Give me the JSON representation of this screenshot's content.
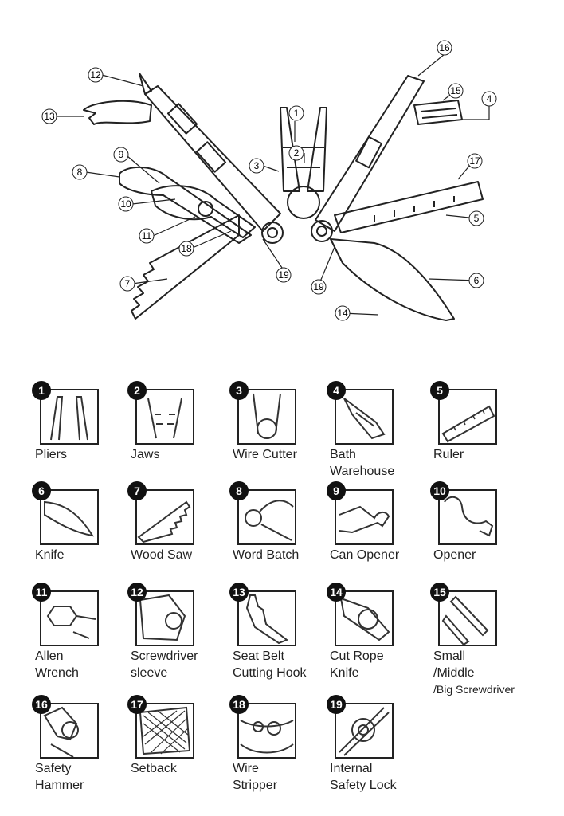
{
  "diagram": {
    "callouts": [
      "1",
      "2",
      "3",
      "4",
      "5",
      "6",
      "7",
      "8",
      "9",
      "10",
      "11",
      "12",
      "13",
      "14",
      "15",
      "16",
      "17",
      "18",
      "19",
      "19"
    ]
  },
  "tools": [
    {
      "number": "1",
      "lines": [
        "Pliers"
      ],
      "icon": "pliers-icon"
    },
    {
      "number": "2",
      "lines": [
        "Jaws"
      ],
      "icon": "jaws-icon"
    },
    {
      "number": "3",
      "lines": [
        "Wire Cutter"
      ],
      "icon": "wire-cutter-icon"
    },
    {
      "number": "4",
      "lines": [
        "Bath",
        "Warehouse"
      ],
      "icon": "bit-storage-icon"
    },
    {
      "number": "5",
      "lines": [
        "Ruler"
      ],
      "icon": "ruler-icon"
    },
    {
      "number": "6",
      "lines": [
        "Knife"
      ],
      "icon": "knife-icon"
    },
    {
      "number": "7",
      "lines": [
        "Wood Saw"
      ],
      "icon": "saw-icon"
    },
    {
      "number": "8",
      "lines": [
        "Word Batch"
      ],
      "icon": "wrench-head-icon"
    },
    {
      "number": "9",
      "lines": [
        "Can Opener"
      ],
      "icon": "can-opener-icon"
    },
    {
      "number": "10",
      "lines": [
        "Opener"
      ],
      "icon": "bottle-opener-icon"
    },
    {
      "number": "11",
      "lines": [
        "Allen",
        "Wrench"
      ],
      "icon": "allen-wrench-icon"
    },
    {
      "number": "12",
      "lines": [
        "Screwdriver",
        "sleeve"
      ],
      "icon": "screwdriver-sleeve-icon"
    },
    {
      "number": "13",
      "lines": [
        "Seat Belt",
        "Cutting Hook"
      ],
      "icon": "belt-cutter-icon"
    },
    {
      "number": "14",
      "lines": [
        "Cut Rope",
        "Knife"
      ],
      "icon": "rope-knife-icon"
    },
    {
      "number": "15",
      "lines": [
        "Small",
        "/Middle",
        "/Big Screwdriver"
      ],
      "icon": "screwdriver-bits-icon"
    },
    {
      "number": "16",
      "lines": [
        "Safety",
        "Hammer"
      ],
      "icon": "safety-hammer-icon"
    },
    {
      "number": "17",
      "lines": [
        "Setback"
      ],
      "icon": "file-icon"
    },
    {
      "number": "18",
      "lines": [
        "Wire",
        "Stripper"
      ],
      "icon": "wire-stripper-icon"
    },
    {
      "number": "19",
      "lines": [
        "Internal",
        "Safety Lock"
      ],
      "icon": "safety-lock-icon"
    }
  ]
}
